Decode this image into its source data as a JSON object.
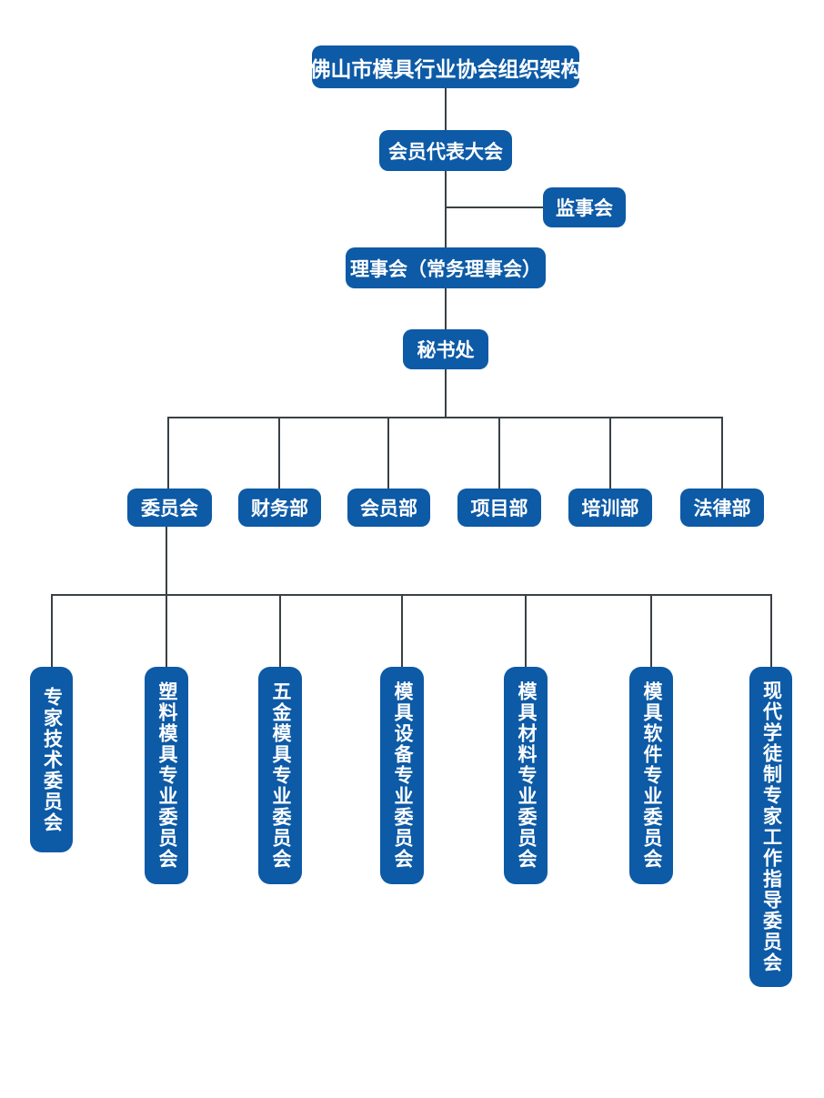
{
  "palette": {
    "node_fill": "#0d5aa6",
    "node_text": "#ffffff",
    "connector": "#3a4043",
    "background": "#ffffff"
  },
  "org_chart": {
    "type": "org-tree",
    "root": {
      "label": "佛山市模具行业协会组织架构"
    },
    "assembly": {
      "label": "会员代表大会"
    },
    "supervisory_board": {
      "label": "监事会"
    },
    "council": {
      "label": "理事会（常务理事会）"
    },
    "secretariat": {
      "label": "秘书处"
    },
    "departments": [
      {
        "label": "委员会"
      },
      {
        "label": "财务部"
      },
      {
        "label": "会员部"
      },
      {
        "label": "项目部"
      },
      {
        "label": "培训部"
      },
      {
        "label": "法律部"
      }
    ],
    "committees": [
      {
        "label": "专家技术委员会"
      },
      {
        "label": "塑料模具专业委员会"
      },
      {
        "label": "五金模具专业委员会"
      },
      {
        "label": "模具设备专业委员会"
      },
      {
        "label": "模具材料专业委员会"
      },
      {
        "label": "模具软件专业委员会"
      },
      {
        "label": "现代学徒制专家工作指导委员会"
      }
    ],
    "hierarchy_note": "root > assembly > (supervisory_board side) > council > secretariat > departments; departments[0] 委员会 > committees"
  }
}
